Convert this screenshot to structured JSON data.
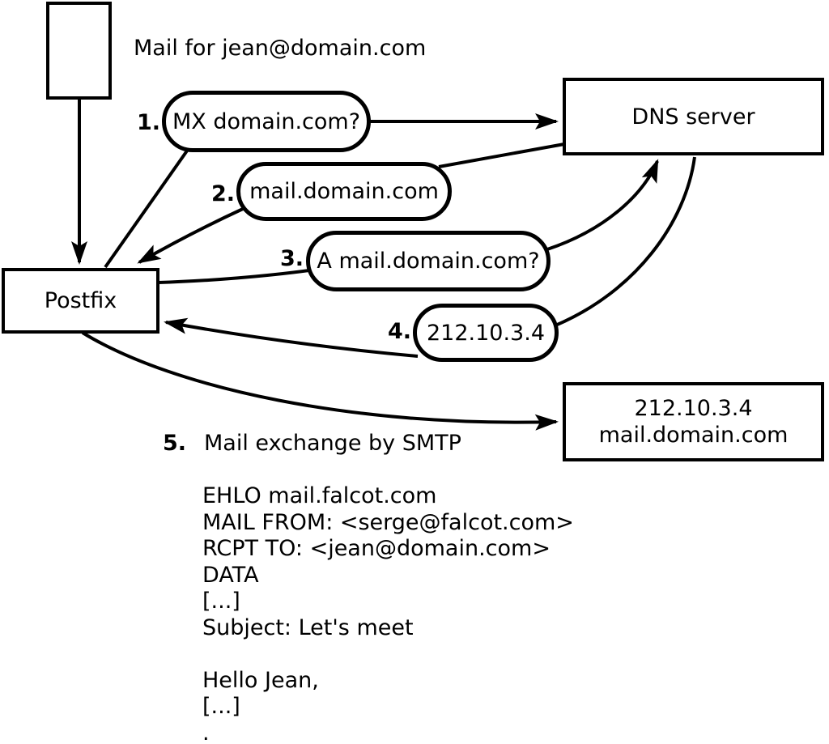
{
  "diagram": {
    "note": "Mail for jean@domain.com",
    "nodes": {
      "postfix": "Postfix",
      "dns": "DNS server",
      "mailserver_line1": "212.10.3.4",
      "mailserver_line2": "mail.domain.com"
    },
    "steps": [
      {
        "num": "1.",
        "label": "MX domain.com?"
      },
      {
        "num": "2.",
        "label": "mail.domain.com"
      },
      {
        "num": "3.",
        "label": "A mail.domain.com?"
      },
      {
        "num": "4.",
        "label": "212.10.3.4"
      },
      {
        "num": "5.",
        "label": "Mail exchange by SMTP"
      }
    ],
    "smtp_session": "EHLO mail.falcot.com\nMAIL FROM: <serge@falcot.com>\nRCPT TO: <jean@domain.com>\nDATA\n[...]\nSubject: Let's meet\n\nHello Jean,\n[...]\n.",
    "colors": {
      "stroke": "#000000",
      "background": "#ffffff"
    }
  }
}
